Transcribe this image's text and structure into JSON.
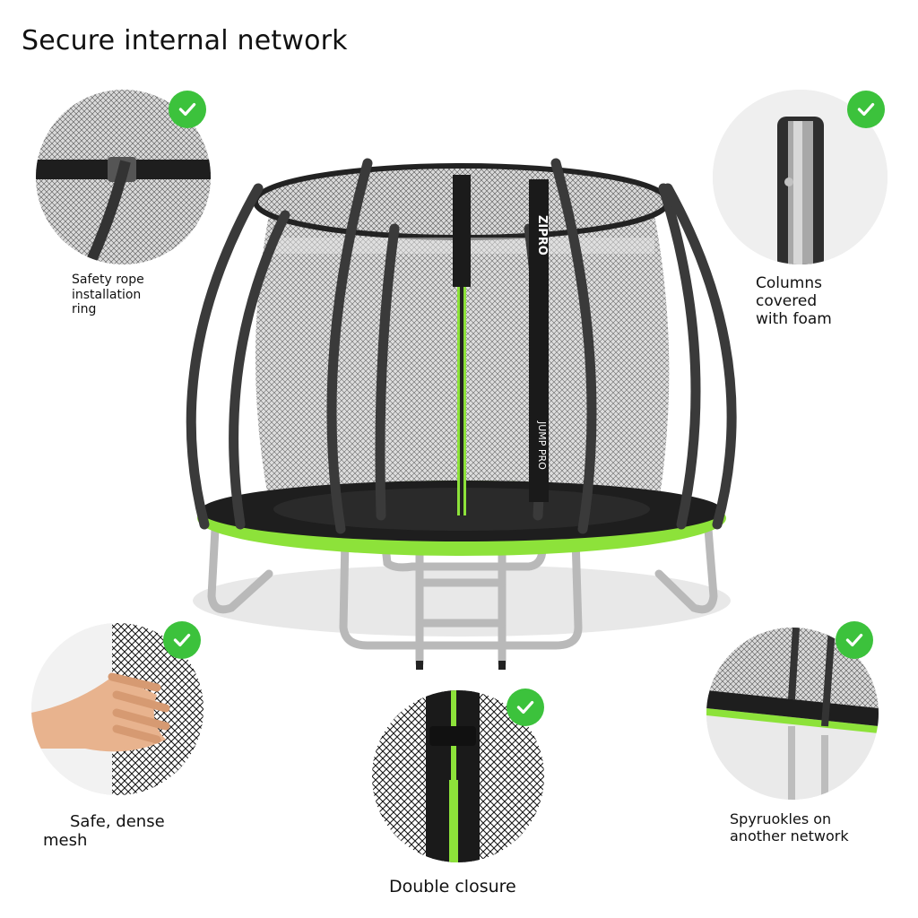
{
  "title": "Secure internal network",
  "brand": {
    "logo_text": "ZIPRO",
    "model_text": "JUMP PRO"
  },
  "features": [
    {
      "label": "Safety rope\ninstallation\nring",
      "icon": "check-icon"
    },
    {
      "label": "Columns\ncovered\nwith foam",
      "icon": "check-icon"
    },
    {
      "label": "Safe, dense\nmesh",
      "icon": "check-icon"
    },
    {
      "label": "Double closure",
      "icon": "check-icon"
    },
    {
      "label": "Spyruokles on\nanother network",
      "icon": "check-icon"
    }
  ],
  "colors": {
    "accent_green": "#8de23a",
    "check_green": "#3cc23c",
    "pad_dark": "#1e1e1e",
    "pole_dark": "#3a3a3a"
  }
}
